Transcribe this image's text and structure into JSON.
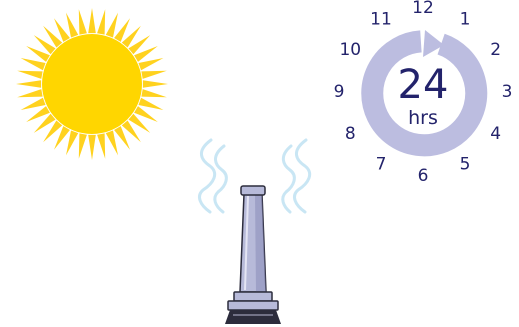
{
  "colors": {
    "sun_core": "#ffd600",
    "sun_rays": "#ffd21f",
    "cycle_arrow": "#bcbde0",
    "clock_text": "#23236b",
    "heat_waves": "#c9e6f4",
    "chimney_body": "#b7bad9",
    "chimney_outline": "#2c2c3c"
  },
  "icons": {
    "sun": "sun-icon",
    "clock": "24-hour-cycle-icon",
    "chimney": "smokestack-icon",
    "heat": "heat-wave-icon"
  },
  "clock": {
    "hours": [
      "12",
      "1",
      "2",
      "3",
      "4",
      "5",
      "6",
      "7",
      "8",
      "9",
      "10",
      "11"
    ],
    "center_number": "24",
    "center_unit": "hrs"
  }
}
